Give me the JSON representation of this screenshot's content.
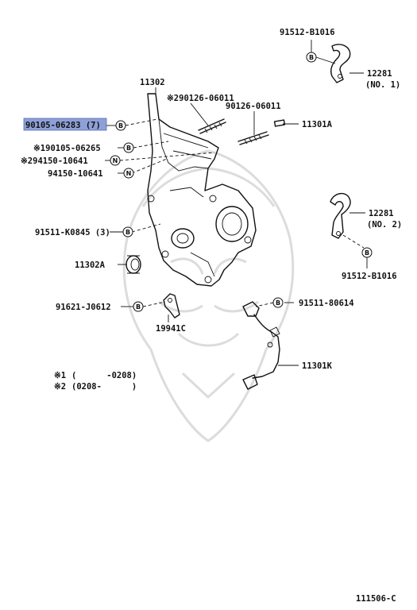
{
  "diagram_code": "111506-C",
  "symbols": {
    "bolt": "B",
    "nut": "N"
  },
  "highlight_color": "#8ea0d8",
  "labels": {
    "l_11302": "11302",
    "l_90105_06283": "90105-06283 (7)",
    "l_290126_06011": "※290126-06011",
    "l_90126_06011": "90126-06011",
    "l_11301A": "11301A",
    "l_190105_06265": "※190105-06265",
    "l_294150_10641": "※294150-10641",
    "l_94150_10641": "94150-10641",
    "l_91511_K0845": "91511-K0845 (3)",
    "l_11302A": "11302A",
    "l_91621_J0612": "91621-J0612",
    "l_19941C": "19941C",
    "l_91511_80614": "91511-80614",
    "l_11301K": "11301K",
    "l_91512_B1016_top": "91512-B1016",
    "l_12281_no1": "12281",
    "l_no1": "(NO. 1)",
    "l_12281_no2": "12281",
    "l_no2": "(NO. 2)",
    "l_91512_B1016_bot": "91512-B1016"
  },
  "notes": {
    "note1_mark": "※1",
    "note1_range": "(      -0208)",
    "note2_mark": "※2",
    "note2_range": "(0208-      )"
  }
}
